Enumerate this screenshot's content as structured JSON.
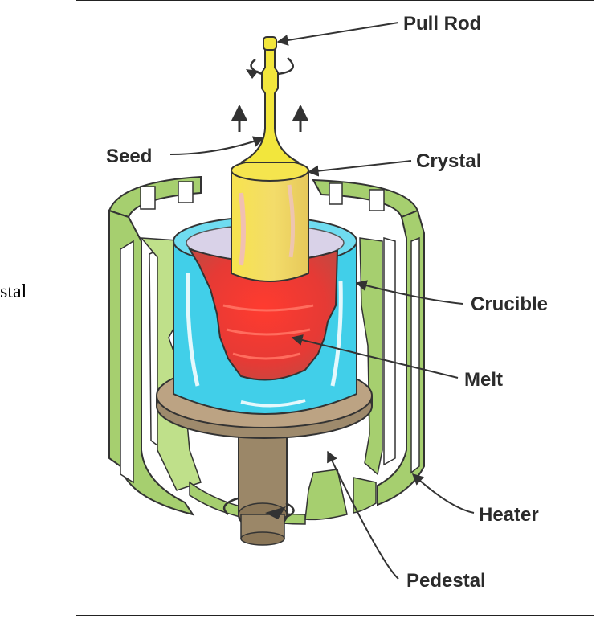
{
  "left_fragment": "stal",
  "labels": {
    "pull_rod": "Pull Rod",
    "seed": "Seed",
    "crystal": "Crystal",
    "crucible": "Crucible",
    "melt": "Melt",
    "heater": "Heater",
    "pedestal": "Pedestal"
  },
  "colors": {
    "heater": "#a6cf6f",
    "crucible": "#41cfe9",
    "melt": "#e9342f",
    "crystal": "#f4e25a",
    "seed": "#f2e63c",
    "pedestal": "#bca383",
    "shaft": "#9b8768",
    "arrow": "#333333"
  }
}
